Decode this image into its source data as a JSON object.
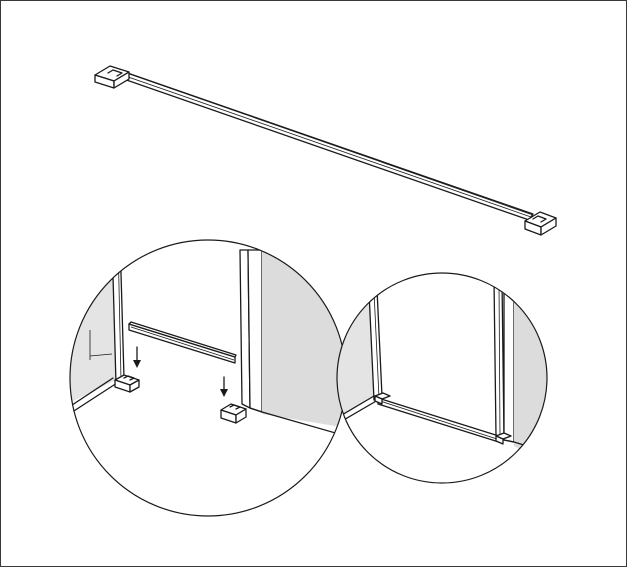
{
  "figure": {
    "panels": [
      "threshold-bar-overview",
      "installation-detail-left",
      "installation-detail-right"
    ],
    "colors": {
      "line": "#1a1a1a",
      "background": "#ffffff",
      "glass_fill": "#dcdcdc",
      "frame_border": "#3a3a3a"
    },
    "icons": [
      "down-arrow-icon",
      "down-arrow-icon"
    ]
  }
}
